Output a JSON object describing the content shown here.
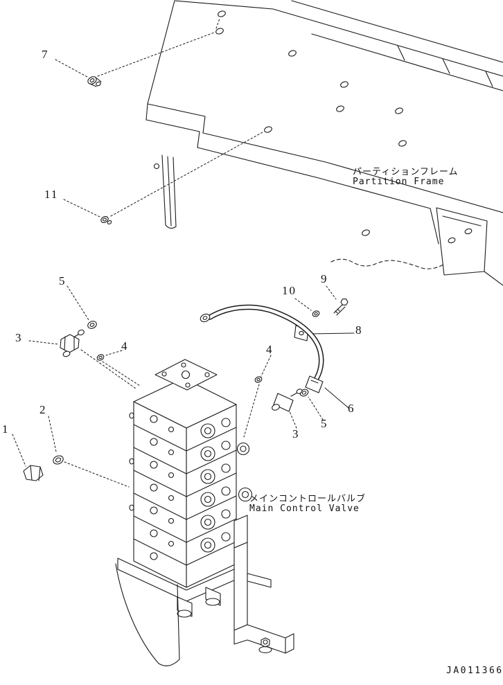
{
  "figure": {
    "labels": {
      "partition_frame_jp": "パーティションフレーム",
      "partition_frame_en": "Partition Frame",
      "main_control_valve_jp": "メインコントロールバルブ",
      "main_control_valve_en": "Main Control Valve"
    },
    "drawing_number": "JA011366"
  },
  "callouts": [
    {
      "id": "7"
    },
    {
      "id": "11"
    },
    {
      "id": "5"
    },
    {
      "id": "3"
    },
    {
      "id": "4"
    },
    {
      "id": "10"
    },
    {
      "id": "9"
    },
    {
      "id": "8"
    },
    {
      "id": "4"
    },
    {
      "id": "3"
    },
    {
      "id": "5"
    },
    {
      "id": "6"
    },
    {
      "id": "2"
    },
    {
      "id": "1"
    }
  ],
  "colors": {
    "line": "#1a1a1a",
    "background": "#ffffff"
  }
}
